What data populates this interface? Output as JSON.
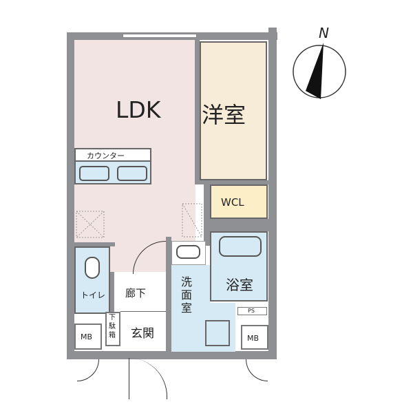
{
  "rooms": {
    "ldk": "LDK",
    "western_room": "洋室",
    "wcl": "WCL",
    "counter": "カウンター",
    "toilet": "トイレ",
    "corridor": "廊下",
    "bathroom": "浴室",
    "washroom": "洗面室",
    "entrance": "玄関",
    "shoe_box": "下駄箱",
    "mb_left": "MB",
    "mb_right": "MB",
    "ps": "PS"
  },
  "compass": {
    "north_label": "N"
  },
  "colors": {
    "wall": "#8e9094",
    "ldk": "#f3e4e4",
    "wet": "#d6eaf5",
    "room": "#f7ecd8",
    "wcl": "#fcefc8"
  }
}
